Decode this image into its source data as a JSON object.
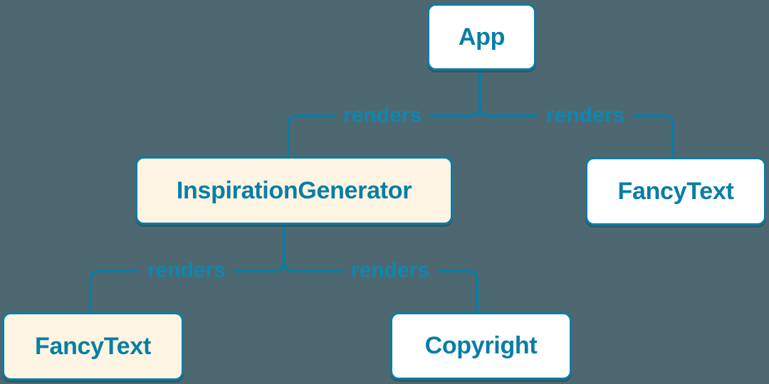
{
  "diagram": {
    "type": "render-tree",
    "background_color": "#4e6871",
    "line_color": "#0d7ca3",
    "node_text_color": "#087ea4",
    "node_bg_white": "#ffffff",
    "node_bg_highlight": "#fdf4e3",
    "nodes": [
      {
        "id": "app",
        "label": "App",
        "variant": "white"
      },
      {
        "id": "inspiration-generator",
        "label": "InspirationGenerator",
        "variant": "highlight"
      },
      {
        "id": "fancy-text-right",
        "label": "FancyText",
        "variant": "white"
      },
      {
        "id": "fancy-text-left",
        "label": "FancyText",
        "variant": "highlight"
      },
      {
        "id": "copyright",
        "label": "Copyright",
        "variant": "white"
      }
    ],
    "edges": [
      {
        "from": "App",
        "to": "InspirationGenerator",
        "label": "renders"
      },
      {
        "from": "App",
        "to": "FancyText",
        "label": "renders"
      },
      {
        "from": "InspirationGenerator",
        "to": "FancyText",
        "label": "renders"
      },
      {
        "from": "InspirationGenerator",
        "to": "Copyright",
        "label": "renders"
      }
    ]
  }
}
